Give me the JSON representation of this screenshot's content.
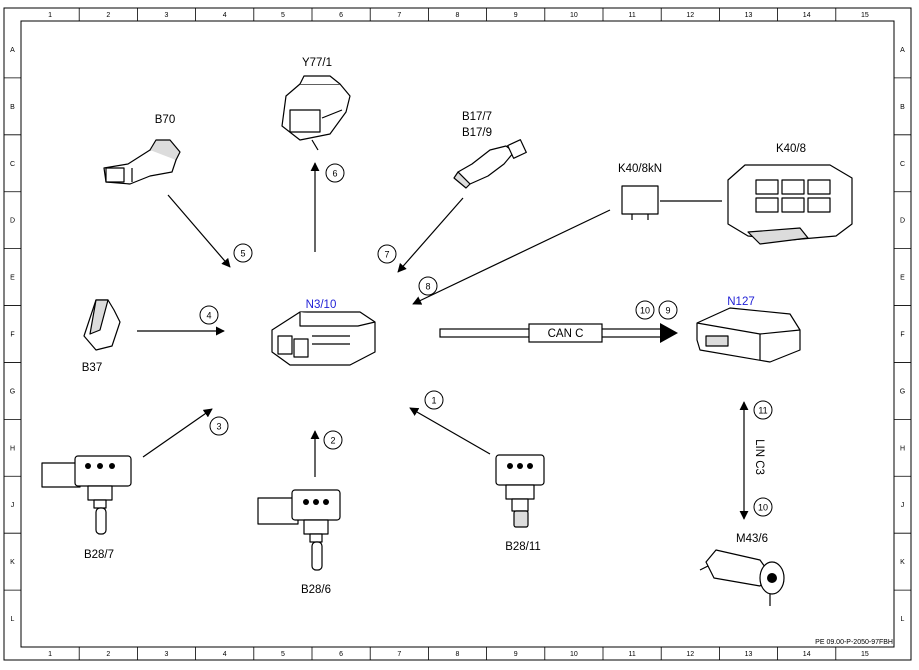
{
  "frame": {
    "columns": [
      "1",
      "2",
      "3",
      "4",
      "5",
      "6",
      "7",
      "8",
      "9",
      "10",
      "11",
      "12",
      "13",
      "14",
      "15"
    ],
    "rows": [
      "A",
      "B",
      "C",
      "D",
      "E",
      "F",
      "G",
      "H",
      "J",
      "K",
      "L"
    ],
    "reference": "PE 09.00-P-2050-97FBH"
  },
  "components": {
    "n3_10": "N3/10",
    "n127": "N127",
    "b70": "B70",
    "y77_1": "Y77/1",
    "b17_7": "B17/7",
    "b17_9": "B17/9",
    "k40_8kn": "K40/8kN",
    "k40_8": "K40/8",
    "b37": "B37",
    "b28_7": "B28/7",
    "b28_6": "B28/6",
    "b28_11": "B28/11",
    "m43_6": "M43/6"
  },
  "signals": [
    "1",
    "2",
    "3",
    "4",
    "5",
    "6",
    "7",
    "8",
    "9",
    "10",
    "11",
    "10"
  ],
  "buses": {
    "can": "CAN C",
    "lin": "LIN C3"
  },
  "colors": {
    "ecu_label": "#1f1fd6",
    "line": "#000000"
  }
}
